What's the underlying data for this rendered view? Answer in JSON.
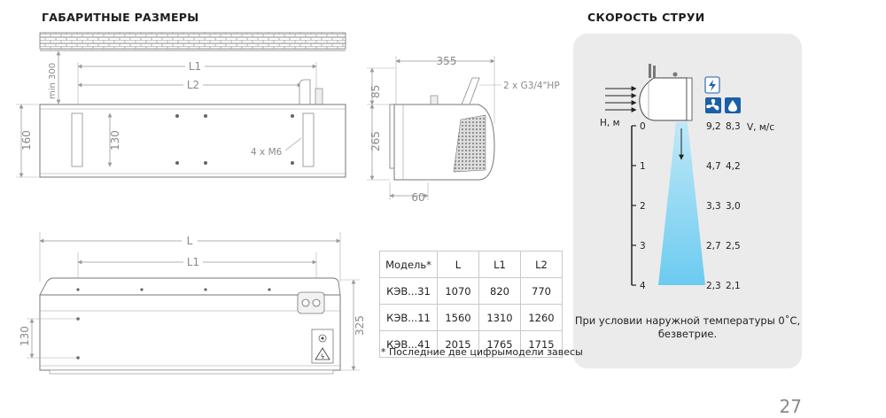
{
  "headings": {
    "left": "ГАБАРИТНЫЕ РАЗМЕРЫ",
    "right": "СКОРОСТЬ СТРУИ"
  },
  "page_number": "27",
  "front_view": {
    "min_label": "min 300",
    "L1": "L1",
    "L2": "L2",
    "height_outer": "160",
    "height_inner": "130",
    "mount_label": "4 x M6"
  },
  "side_view": {
    "width": "355",
    "pipe_label": "2 x G3/4\"HP",
    "h_top": "85",
    "h_main": "265",
    "depth": "60"
  },
  "bottom_view": {
    "L": "L",
    "L1": "L1",
    "h_left": "130",
    "h_right": "325"
  },
  "table": {
    "headers": [
      "Модель*",
      "L",
      "L1",
      "L2"
    ],
    "rows": [
      [
        "КЭВ...31",
        "1070",
        "820",
        "770"
      ],
      [
        "КЭВ...11",
        "1560",
        "1310",
        "1260"
      ],
      [
        "КЭВ...41",
        "2015",
        "1765",
        "1715"
      ]
    ],
    "note": "* Последние две цифрымодели завесы"
  },
  "speed": {
    "axis_label": "H, м",
    "v_label": "V, м/с",
    "ticks": [
      "0",
      "1",
      "2",
      "3",
      "4"
    ],
    "values": [
      [
        "9,2",
        "8,3"
      ],
      [
        "4,7",
        "4,2"
      ],
      [
        "3,3",
        "3,0"
      ],
      [
        "2,7",
        "2,5"
      ],
      [
        "2,3",
        "2,1"
      ]
    ],
    "note_line1": "При условии наружной температуры 0˚С,",
    "note_line2": "безветрие.",
    "icons": [
      "power-icon",
      "fan-icon",
      "water-drop-icon"
    ],
    "accent": "#1a5fa8",
    "jet_color": "#8fd6f2"
  }
}
